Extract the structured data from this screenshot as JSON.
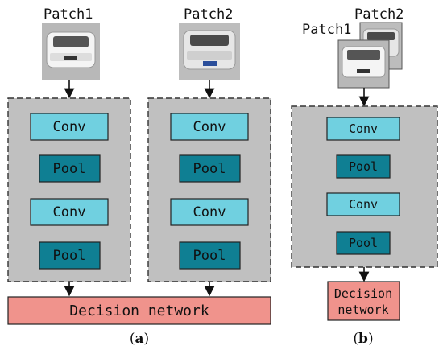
{
  "panels": {
    "a": {
      "caption_open": "(",
      "caption_letter": "a",
      "caption_close": ")",
      "branches": [
        {
          "patch_label": "Patch1",
          "blocks": [
            "Conv",
            "Pool",
            "Conv",
            "Pool"
          ]
        },
        {
          "patch_label": "Patch2",
          "blocks": [
            "Conv",
            "Pool",
            "Conv",
            "Pool"
          ]
        }
      ],
      "decision_label": "Decision network"
    },
    "b": {
      "caption_open": "(",
      "caption_letter": "b",
      "caption_close": ")",
      "patch_labels": [
        "Patch1",
        "Patch2"
      ],
      "blocks": [
        "Conv",
        "Pool",
        "Conv",
        "Pool"
      ],
      "decision_lines": [
        "Decision",
        "network"
      ]
    }
  },
  "colors": {
    "conv_fill": "#70d0e0",
    "pool_fill": "#0f7f93",
    "stack_fill": "#c0c0c0",
    "decision_fill": "#f0938c",
    "car_silver": "#d9d9d9",
    "car_white": "#f2f2f2"
  }
}
